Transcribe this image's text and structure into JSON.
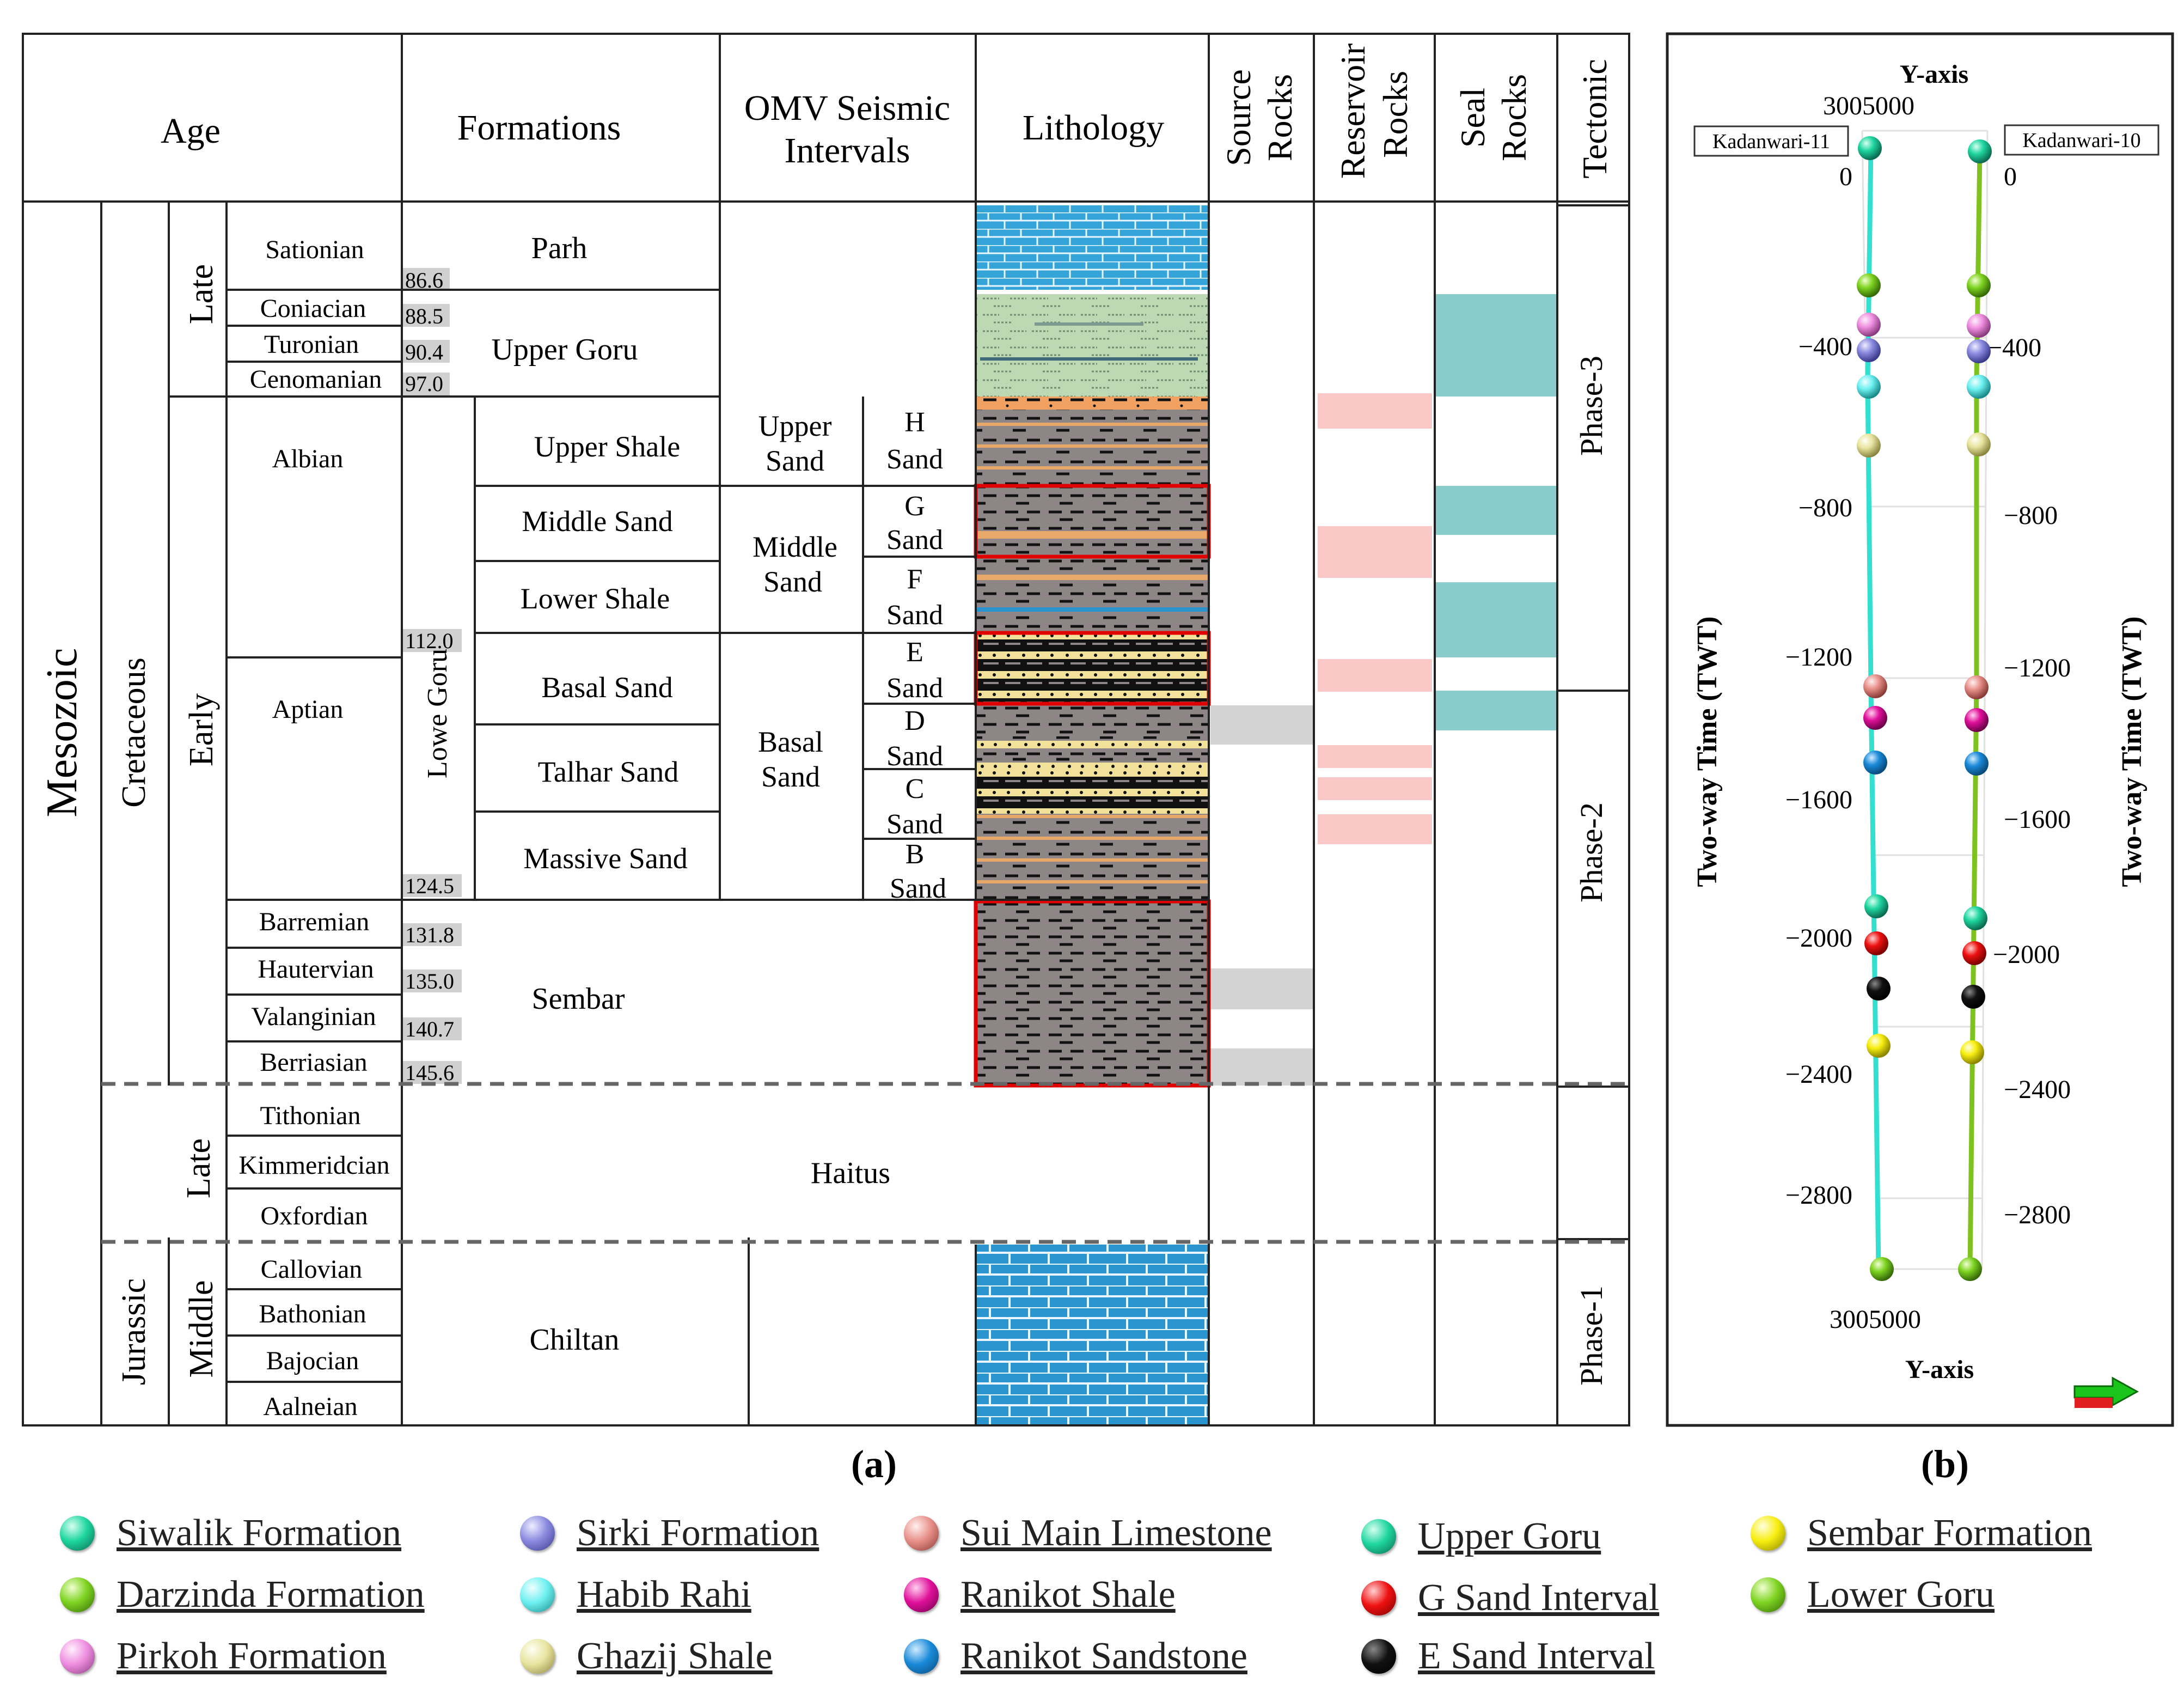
{
  "panel_a": {
    "caption": "(a)",
    "headers": {
      "age": "Age",
      "formations": "Formations",
      "omv": [
        "OMV Seismic",
        "Intervals"
      ],
      "lithology": "Lithology",
      "source": [
        "Source",
        "Rocks"
      ],
      "reservoir": [
        "Reservoir",
        "Rocks"
      ],
      "seal": [
        "Seal",
        "Rocks"
      ],
      "tectonic": "Tectonic"
    },
    "era": "Mesozoic",
    "periods": [
      "Cretaceous",
      "Jurassic"
    ],
    "epochs": [
      "Late",
      "Early",
      "Late",
      "Middle"
    ],
    "stages": [
      "Sationian",
      "Coniacian",
      "Turonian",
      "Cenomanian",
      "Albian",
      "Aptian",
      "Barremian",
      "Hautervian",
      "Valanginian",
      "Berriasian",
      "Tithonian",
      "Kimmeridcian",
      "Oxfordian",
      "Callovian",
      "Bathonian",
      "Bajocian",
      "Aalneian"
    ],
    "ages_ma": [
      "86.6",
      "88.5",
      "90.4",
      "97.0",
      "112.0",
      "124.5",
      "131.8",
      "135.0",
      "140.7",
      "145.6"
    ],
    "formations": [
      "Parh",
      "Upper Goru",
      "Lowe Goru",
      "Sembar",
      "Haitus",
      "Chiltan"
    ],
    "members": [
      "Upper Shale",
      "Middle Sand",
      "Lower Shale",
      "Basal Sand",
      "Talhar Sand",
      "Massive Sand"
    ],
    "omv_groups": [
      [
        "Upper",
        "Sand"
      ],
      [
        "Middle",
        "Sand"
      ],
      [
        "Basal",
        "Sand"
      ]
    ],
    "sand_intervals": [
      [
        "H",
        "Sand"
      ],
      [
        "G",
        "Sand"
      ],
      [
        "F",
        "Sand"
      ],
      [
        "E",
        "Sand"
      ],
      [
        "D",
        "Sand"
      ],
      [
        "C",
        "Sand"
      ],
      [
        "B",
        "Sand"
      ]
    ],
    "tectonic_phases": [
      "Phase-3",
      "Phase-2",
      "Phase-1"
    ]
  },
  "panel_b": {
    "caption": "(b)",
    "axis_title_top": "Y-axis",
    "axis_title_bottom": "Y-axis",
    "y_coord_top": "3005000",
    "y_coord_bottom": "3005000",
    "well_left": "Kadanwari-11",
    "well_right": "Kadanwari-10",
    "time_axis_label": "Two-way Time (TWT)",
    "left_ticks": [
      "0",
      "−400",
      "−800",
      "−1200",
      "−1600",
      "−2000",
      "−2400",
      "−2800"
    ],
    "right_ticks": [
      "0",
      "−400",
      "−800",
      "−1200",
      "−1600",
      "−2000",
      "−2400",
      "−2800"
    ],
    "left_track_color": "#33e0d0",
    "right_track_color": "#7dc21e"
  },
  "legend": [
    {
      "label": "Siwalik Formation",
      "color": "#1fd6a0"
    },
    {
      "label": "Darzinda Formation",
      "color": "#7ed321"
    },
    {
      "label": "Pirkoh Formation",
      "color": "#ef8fe0"
    },
    {
      "label": "Sirki Formation",
      "color": "#8a8ae0"
    },
    {
      "label": "Habib Rahi",
      "color": "#6ef0f0"
    },
    {
      "label": "Ghazij Shale",
      "color": "#e8e4a0"
    },
    {
      "label": "Sui Main Limestone",
      "color": "#e8908a"
    },
    {
      "label": "Ranikot Shale",
      "color": "#e0109a"
    },
    {
      "label": "Ranikot Sandstone",
      "color": "#1a8ad8"
    },
    {
      "label": "Upper Goru",
      "color": "#1fd6a0"
    },
    {
      "label": "G Sand Interval",
      "color": "#ee1111"
    },
    {
      "label": "E Sand Interval",
      "color": "#111111"
    },
    {
      "label": "Sembar Formation",
      "color": "#f7ee10"
    },
    {
      "label": "Lower Goru",
      "color": "#7ed321"
    }
  ]
}
